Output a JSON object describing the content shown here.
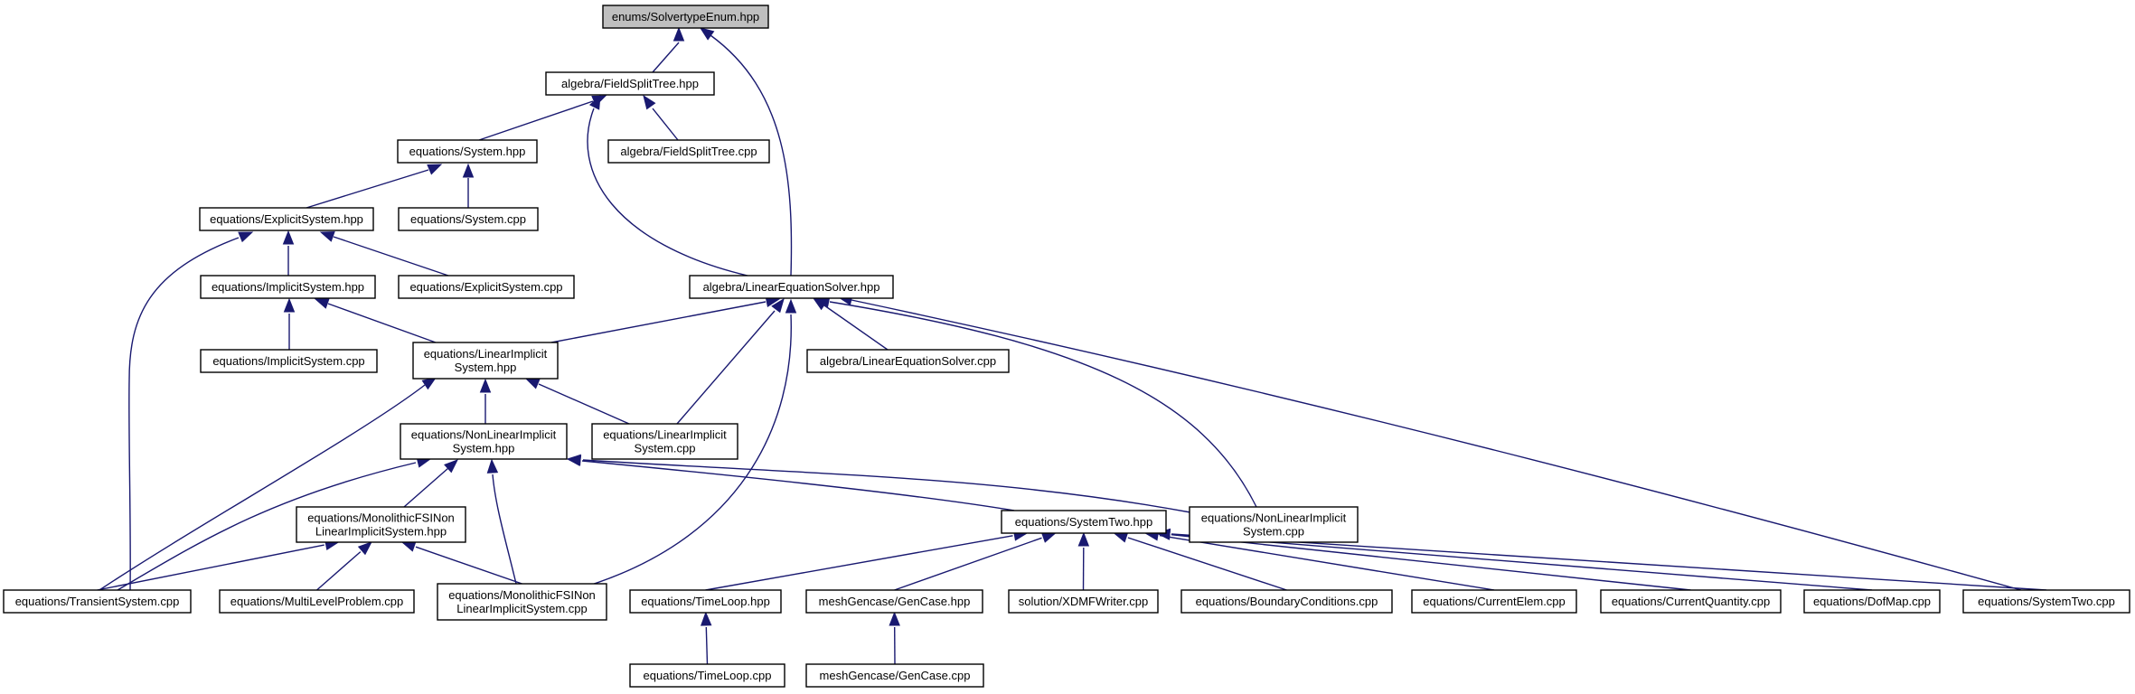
{
  "diagram": {
    "edge_color": "#191970",
    "root_fill": "#bfbfbf",
    "nodes": [
      {
        "id": "solvertype_enum_hpp",
        "lines": [
          "enums/SolvertypeEnum.hpp"
        ],
        "root": true
      },
      {
        "id": "fieldsplittree_hpp",
        "lines": [
          "algebra/FieldSplitTree.hpp"
        ]
      },
      {
        "id": "system_hpp",
        "lines": [
          "equations/System.hpp"
        ]
      },
      {
        "id": "fieldsplittree_cpp",
        "lines": [
          "algebra/FieldSplitTree.cpp"
        ]
      },
      {
        "id": "explicitsystem_hpp",
        "lines": [
          "equations/ExplicitSystem.hpp"
        ]
      },
      {
        "id": "system_cpp",
        "lines": [
          "equations/System.cpp"
        ]
      },
      {
        "id": "linearequationsolver_hpp",
        "lines": [
          "algebra/LinearEquationSolver.hpp"
        ]
      },
      {
        "id": "implicitsystem_hpp",
        "lines": [
          "equations/ImplicitSystem.hpp"
        ]
      },
      {
        "id": "explicitsystem_cpp",
        "lines": [
          "equations/ExplicitSystem.cpp"
        ]
      },
      {
        "id": "implicitsystem_cpp",
        "lines": [
          "equations/ImplicitSystem.cpp"
        ]
      },
      {
        "id": "linearimplicitsystem_hpp",
        "lines": [
          "equations/LinearImplicit",
          "System.hpp"
        ]
      },
      {
        "id": "linearequationsolver_cpp",
        "lines": [
          "algebra/LinearEquationSolver.cpp"
        ]
      },
      {
        "id": "nonlinearimplicitsystem_hpp",
        "lines": [
          "equations/NonLinearImplicit",
          "System.hpp"
        ]
      },
      {
        "id": "linearimplicitsystem_cpp",
        "lines": [
          "equations/LinearImplicit",
          "System.cpp"
        ]
      },
      {
        "id": "monolithicfsi_hpp",
        "lines": [
          "equations/MonolithicFSINon",
          "LinearImplicitSystem.hpp"
        ]
      },
      {
        "id": "systemtwo_hpp",
        "lines": [
          "equations/SystemTwo.hpp"
        ]
      },
      {
        "id": "nonlinearimplicitsystem_cpp",
        "lines": [
          "equations/NonLinearImplicit",
          "System.cpp"
        ]
      },
      {
        "id": "transientsystem_cpp",
        "lines": [
          "equations/TransientSystem.cpp"
        ]
      },
      {
        "id": "multilevelproblem_cpp",
        "lines": [
          "equations/MultiLevelProblem.cpp"
        ]
      },
      {
        "id": "monolithicfsi_cpp",
        "lines": [
          "equations/MonolithicFSINon",
          "LinearImplicitSystem.cpp"
        ]
      },
      {
        "id": "timeloop_hpp",
        "lines": [
          "equations/TimeLoop.hpp"
        ]
      },
      {
        "id": "gencase_hpp",
        "lines": [
          "meshGencase/GenCase.hpp"
        ]
      },
      {
        "id": "xdmfwriter_cpp",
        "lines": [
          "solution/XDMFWriter.cpp"
        ]
      },
      {
        "id": "boundaryconditions_cpp",
        "lines": [
          "equations/BoundaryConditions.cpp"
        ]
      },
      {
        "id": "currentelem_cpp",
        "lines": [
          "equations/CurrentElem.cpp"
        ]
      },
      {
        "id": "currentquantity_cpp",
        "lines": [
          "equations/CurrentQuantity.cpp"
        ]
      },
      {
        "id": "dofmap_cpp",
        "lines": [
          "equations/DofMap.cpp"
        ]
      },
      {
        "id": "systemtwo_cpp",
        "lines": [
          "equations/SystemTwo.cpp"
        ]
      },
      {
        "id": "timeloop_cpp",
        "lines": [
          "equations/TimeLoop.cpp"
        ]
      },
      {
        "id": "gencase_cpp",
        "lines": [
          "meshGencase/GenCase.cpp"
        ]
      }
    ],
    "edges": [
      {
        "from": "fieldsplittree_hpp",
        "to": "solvertype_enum_hpp"
      },
      {
        "from": "linearequationsolver_hpp",
        "to": "solvertype_enum_hpp"
      },
      {
        "from": "system_hpp",
        "to": "fieldsplittree_hpp"
      },
      {
        "from": "fieldsplittree_cpp",
        "to": "fieldsplittree_hpp"
      },
      {
        "from": "linearequationsolver_hpp",
        "to": "fieldsplittree_hpp"
      },
      {
        "from": "explicitsystem_hpp",
        "to": "system_hpp"
      },
      {
        "from": "system_cpp",
        "to": "system_hpp"
      },
      {
        "from": "implicitsystem_hpp",
        "to": "explicitsystem_hpp"
      },
      {
        "from": "explicitsystem_cpp",
        "to": "explicitsystem_hpp"
      },
      {
        "from": "transientsystem_cpp",
        "to": "explicitsystem_hpp"
      },
      {
        "from": "implicitsystem_cpp",
        "to": "implicitsystem_hpp"
      },
      {
        "from": "linearimplicitsystem_hpp",
        "to": "implicitsystem_hpp"
      },
      {
        "from": "linearimplicitsystem_hpp",
        "to": "linearequationsolver_hpp"
      },
      {
        "from": "linearimplicitsystem_cpp",
        "to": "linearequationsolver_hpp"
      },
      {
        "from": "linearequationsolver_cpp",
        "to": "linearequationsolver_hpp"
      },
      {
        "from": "monolithicfsi_cpp",
        "to": "linearequationsolver_hpp"
      },
      {
        "from": "nonlinearimplicitsystem_cpp",
        "to": "linearequationsolver_hpp"
      },
      {
        "from": "systemtwo_cpp",
        "to": "linearequationsolver_hpp"
      },
      {
        "from": "nonlinearimplicitsystem_hpp",
        "to": "linearimplicitsystem_hpp"
      },
      {
        "from": "linearimplicitsystem_cpp",
        "to": "linearimplicitsystem_hpp"
      },
      {
        "from": "transientsystem_cpp",
        "to": "linearimplicitsystem_hpp"
      },
      {
        "from": "monolithicfsi_hpp",
        "to": "nonlinearimplicitsystem_hpp"
      },
      {
        "from": "monolithicfsi_cpp",
        "to": "nonlinearimplicitsystem_hpp"
      },
      {
        "from": "transientsystem_cpp",
        "to": "nonlinearimplicitsystem_hpp"
      },
      {
        "from": "systemtwo_hpp",
        "to": "nonlinearimplicitsystem_hpp"
      },
      {
        "from": "nonlinearimplicitsystem_cpp",
        "to": "nonlinearimplicitsystem_hpp"
      },
      {
        "from": "transientsystem_cpp",
        "to": "monolithicfsi_hpp"
      },
      {
        "from": "multilevelproblem_cpp",
        "to": "monolithicfsi_hpp"
      },
      {
        "from": "monolithicfsi_cpp",
        "to": "monolithicfsi_hpp"
      },
      {
        "from": "timeloop_hpp",
        "to": "systemtwo_hpp"
      },
      {
        "from": "gencase_hpp",
        "to": "systemtwo_hpp"
      },
      {
        "from": "xdmfwriter_cpp",
        "to": "systemtwo_hpp"
      },
      {
        "from": "boundaryconditions_cpp",
        "to": "systemtwo_hpp"
      },
      {
        "from": "currentelem_cpp",
        "to": "systemtwo_hpp"
      },
      {
        "from": "currentquantity_cpp",
        "to": "systemtwo_hpp"
      },
      {
        "from": "dofmap_cpp",
        "to": "systemtwo_hpp"
      },
      {
        "from": "systemtwo_cpp",
        "to": "systemtwo_hpp"
      },
      {
        "from": "timeloop_cpp",
        "to": "timeloop_hpp"
      },
      {
        "from": "gencase_cpp",
        "to": "gencase_hpp"
      }
    ]
  }
}
